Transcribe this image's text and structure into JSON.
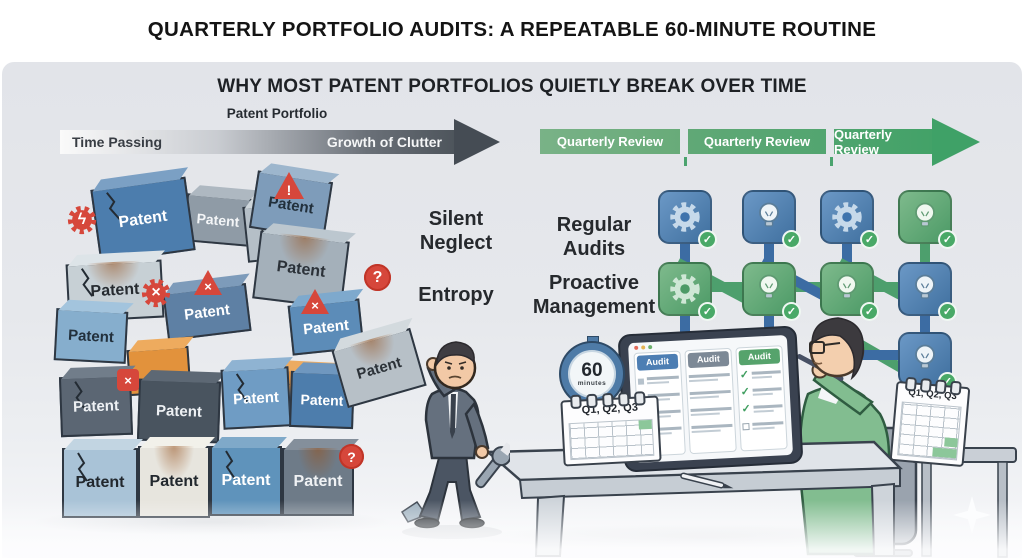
{
  "header": {
    "title": "QUARTERLY PORTFOLIO AUDITS: A REPEATABLE 60-MINUTE ROUTINE"
  },
  "subtitle": "WHY MOST PATENT PORTFOLIOS QUIETLY BREAK OVER TIME",
  "timeline": {
    "portfolio_label": "Patent Portfolio",
    "decay_arrow": {
      "left_label": "Time Passing",
      "right_label": "Growth of Clutter"
    },
    "review_arrow": {
      "segments": [
        "Quarterly Review",
        "Quarterly Review",
        "Quarterly Review"
      ]
    }
  },
  "annotations": {
    "neglect1": "Silent",
    "neglect2": "Neglect",
    "entropy": "Entropy",
    "audits1": "Regular",
    "audits2": "Audits",
    "mgmt1": "Proactive",
    "mgmt2": "Management"
  },
  "pile": {
    "cubes": [
      "Patent",
      "Patent",
      "Patent",
      "Patent",
      "Patent",
      "Patent",
      "Patent",
      "Patent",
      "Patent",
      "Patent",
      "Patent",
      "Patent",
      "Patent",
      "",
      "",
      "Patent",
      "Patent",
      "Patent",
      "Patent",
      "Patent"
    ]
  },
  "warnings": [
    {
      "icon": "gear-bolt-icon",
      "glyph": "ϟ"
    },
    {
      "icon": "gear-x-icon",
      "glyph": "×"
    },
    {
      "icon": "alert-triangle-icon",
      "glyph": "!"
    },
    {
      "icon": "question-circle-icon",
      "glyph": "?"
    },
    {
      "icon": "x-triangle-icon",
      "glyph": "×"
    },
    {
      "icon": "x-triangle-icon",
      "glyph": "×"
    },
    {
      "icon": "x-square-icon",
      "glyph": "×"
    },
    {
      "icon": "question-circle-icon",
      "glyph": "?"
    }
  ],
  "network": {
    "check_glyph": "✓",
    "tiles": [
      {
        "icon": "gear-icon",
        "color": "blue"
      },
      {
        "icon": "bulb-icon",
        "color": "blue"
      },
      {
        "icon": "gear-icon",
        "color": "blue"
      },
      {
        "icon": "bulb-icon",
        "color": "green"
      },
      {
        "icon": "gear-icon",
        "color": "green"
      },
      {
        "icon": "bulb-icon",
        "color": "green"
      },
      {
        "icon": "bulb-icon",
        "color": "green"
      },
      {
        "icon": "bulb-icon",
        "color": "blue"
      },
      {
        "icon": "bulb-icon",
        "color": "blue"
      }
    ]
  },
  "desk": {
    "timer": {
      "value": "60",
      "unit": "minutes"
    },
    "calendars": [
      {
        "label": "Q1, Q2, Q3"
      },
      {
        "label": "Q1, Q2, Q3"
      }
    ],
    "screen_columns": [
      {
        "header": "Audit",
        "color": "#4d7eb3",
        "kind": "list"
      },
      {
        "header": "Audit",
        "color": "#7d8996",
        "kind": "list"
      },
      {
        "header": "Audit",
        "color": "#56a36c",
        "kind": "checked"
      }
    ]
  },
  "colors": {
    "panel_bg": "#e4e6ea",
    "review_green": "#4aa56d",
    "decay_dark": "#4e555c",
    "warning_red": "#d6473b",
    "cube_blue": "#4c7dad",
    "cube_orange": "#e2923c",
    "tile_blue": "#40709f",
    "tile_green": "#4c9a66",
    "check_green": "#49a967"
  }
}
